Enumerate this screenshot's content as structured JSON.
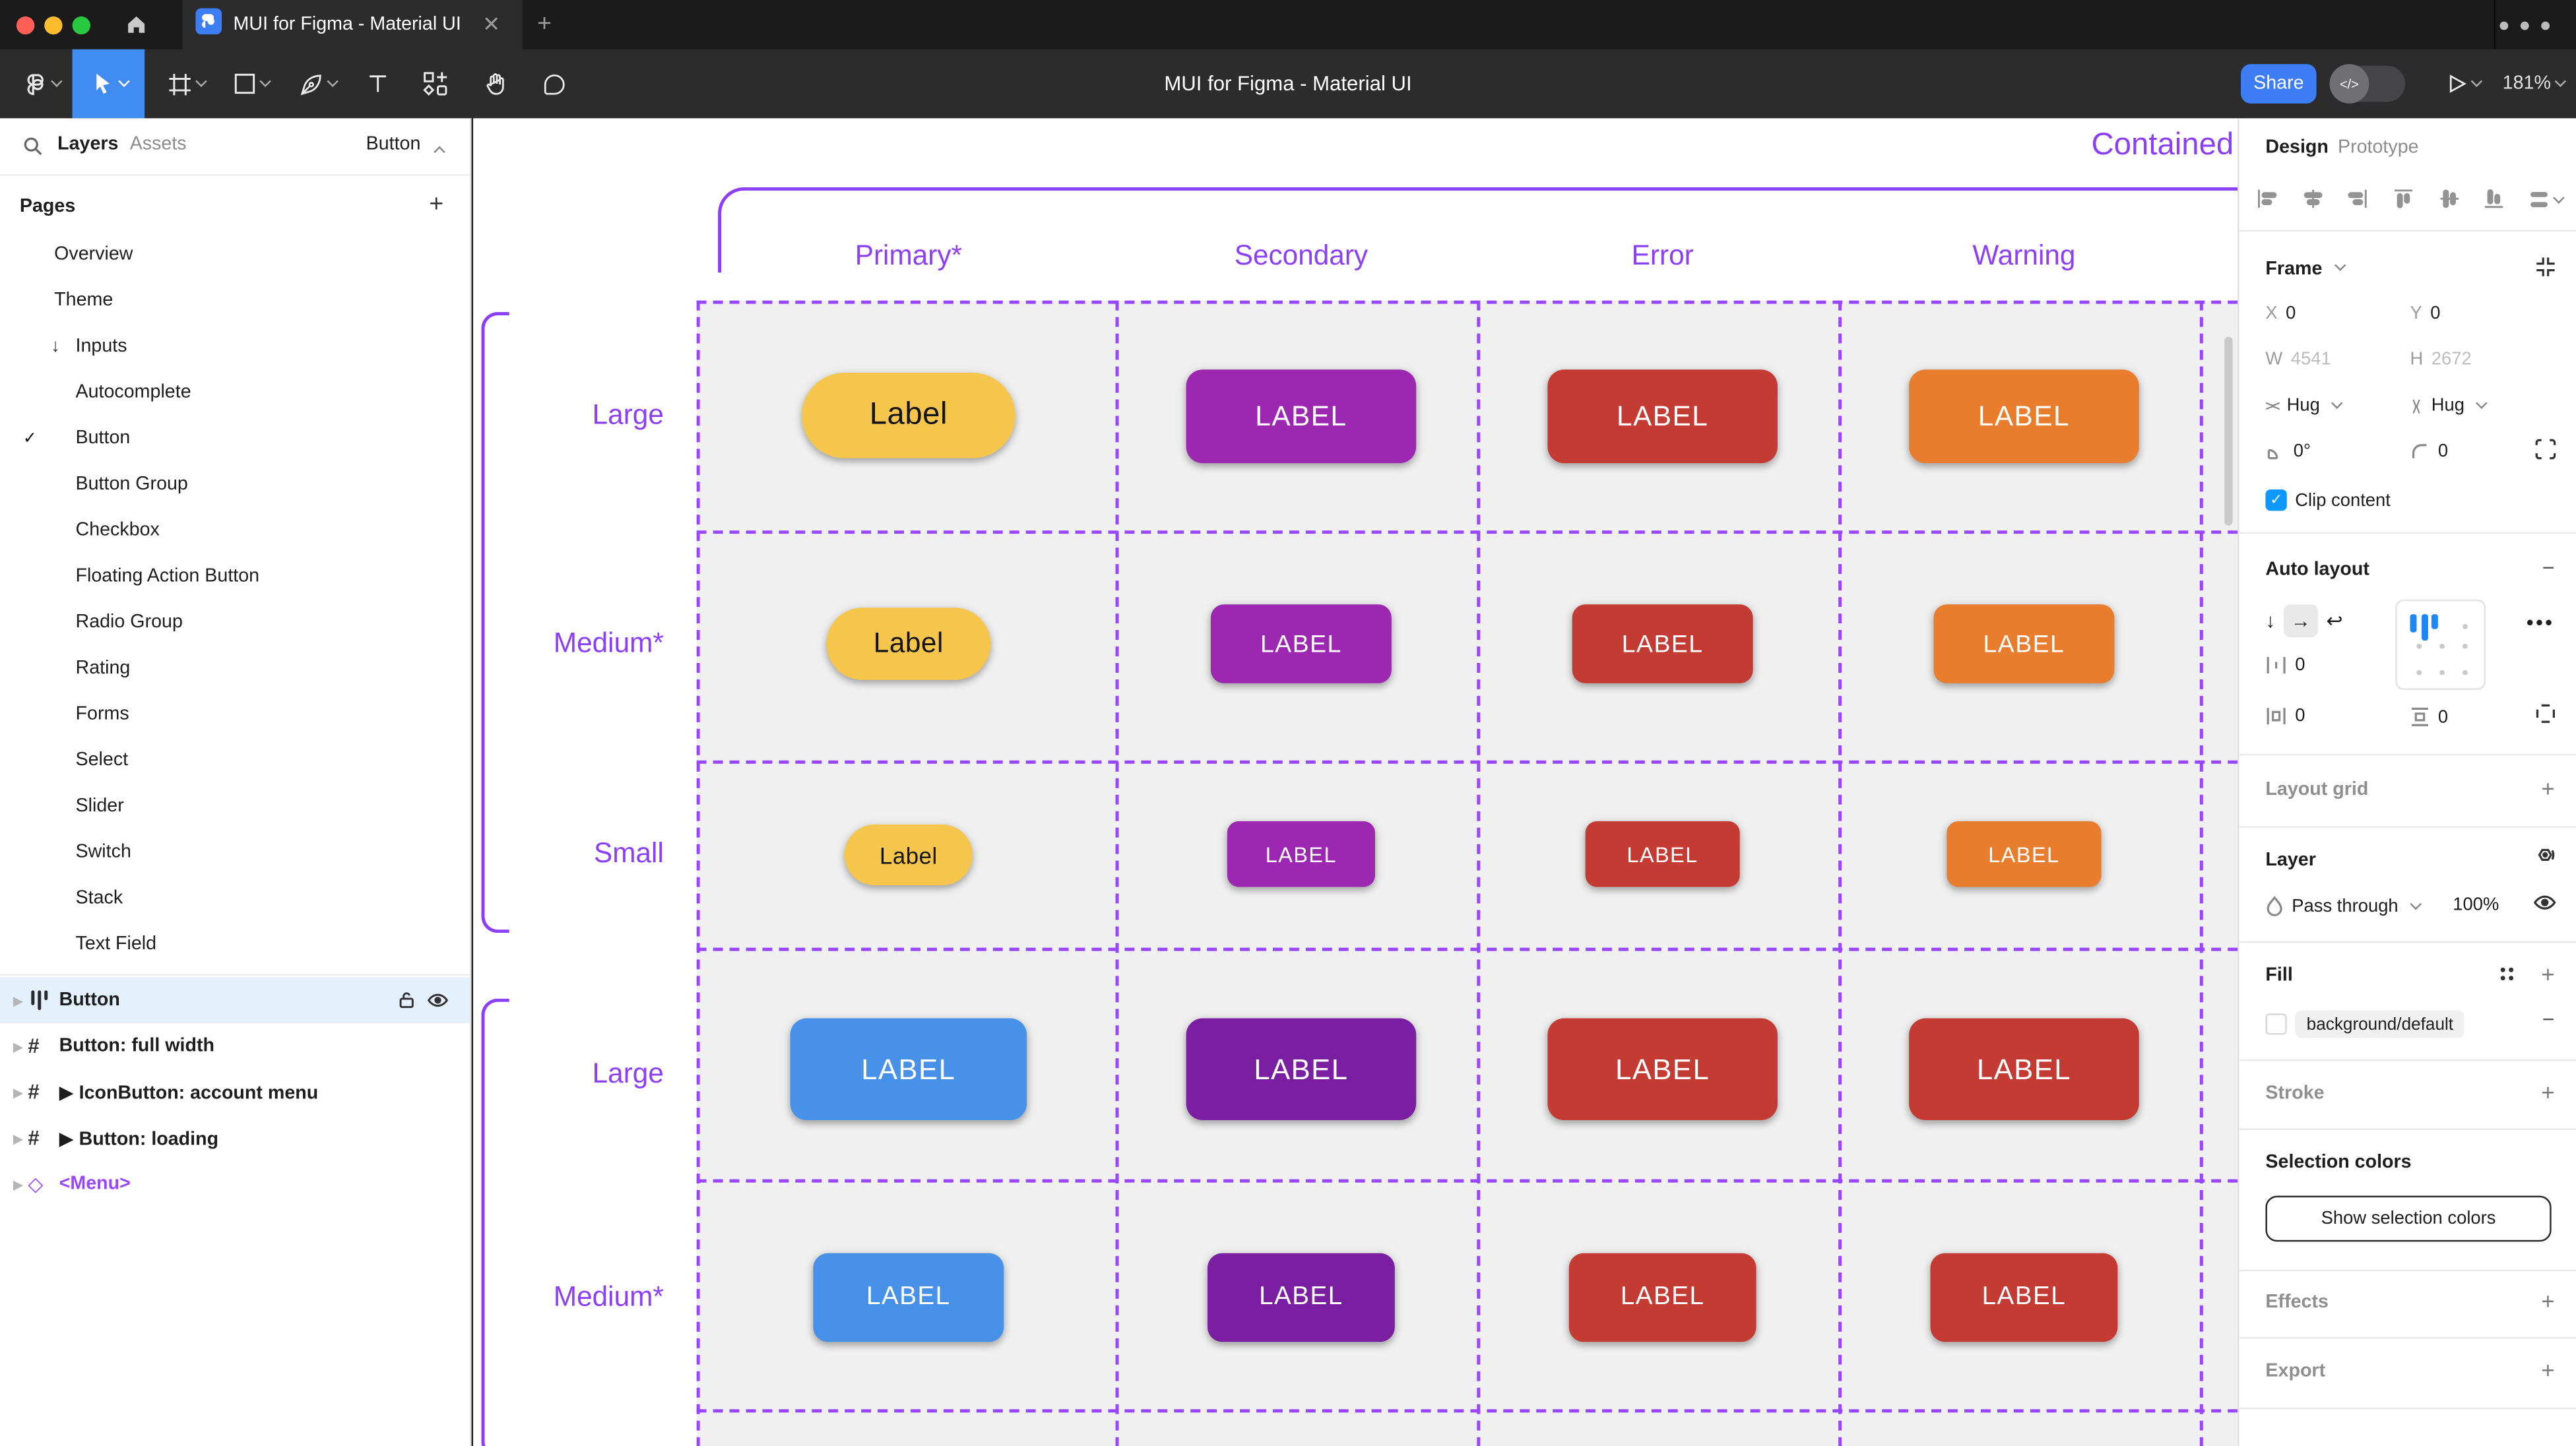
{
  "tab_bar": {
    "file_tab": "MUI for Figma - Material UI"
  },
  "toolbar": {
    "title": "MUI for Figma - Material UI",
    "share": "Share",
    "dev_toggle": "</>",
    "zoom": "181%"
  },
  "left_sidebar": {
    "tabs": {
      "layers": "Layers",
      "assets": "Assets"
    },
    "page_selector": "Button",
    "pages_header": "Pages",
    "pages": [
      {
        "label": "Overview"
      },
      {
        "label": "Theme"
      },
      {
        "label": "Inputs",
        "prefix": "↓"
      },
      {
        "label": "Autocomplete"
      },
      {
        "label": "Button",
        "checked": "✓"
      },
      {
        "label": "Button Group"
      },
      {
        "label": "Checkbox"
      },
      {
        "label": "Floating Action Button"
      },
      {
        "label": "Radio Group"
      },
      {
        "label": "Rating"
      },
      {
        "label": "Forms"
      },
      {
        "label": "Select"
      },
      {
        "label": "Slider"
      },
      {
        "label": "Switch"
      },
      {
        "label": "Stack"
      },
      {
        "label": "Text Field"
      }
    ],
    "layers": [
      {
        "label": "Button"
      },
      {
        "label": "Button: full width"
      },
      {
        "label": "▶ IconButton: account menu"
      },
      {
        "label": "▶ Button: loading"
      },
      {
        "label": "<Menu>"
      }
    ]
  },
  "canvas": {
    "frame_title": "Contained",
    "columns": [
      "Primary*",
      "Secondary",
      "Error",
      "Warning"
    ],
    "rows": [
      {
        "label": "Large",
        "buttons": [
          {
            "text": "Label"
          },
          {
            "text": "LABEL"
          },
          {
            "text": "LABEL"
          },
          {
            "text": "LABEL"
          }
        ]
      },
      {
        "label": "Medium*",
        "buttons": [
          {
            "text": "Label"
          },
          {
            "text": "LABEL"
          },
          {
            "text": "LABEL"
          },
          {
            "text": "LABEL"
          }
        ]
      },
      {
        "label": "Small",
        "buttons": [
          {
            "text": "Label"
          },
          {
            "text": "LABEL"
          },
          {
            "text": "LABEL"
          },
          {
            "text": "LABEL"
          }
        ]
      },
      {
        "label": "Large",
        "buttons": [
          {
            "text": "LABEL"
          },
          {
            "text": "LABEL"
          },
          {
            "text": "LABEL"
          },
          {
            "text": "LABEL"
          }
        ]
      },
      {
        "label": "Medium*",
        "buttons": [
          {
            "text": "LABEL"
          },
          {
            "text": "LABEL"
          },
          {
            "text": "LABEL"
          },
          {
            "text": "LABEL"
          }
        ]
      }
    ],
    "colors": {
      "primary_yellow": "#F6C54B",
      "secondary": "#9C27B0",
      "error": "#C33B32",
      "warning": "#E87D2D",
      "primary_blue": "#4792E8",
      "secondary_dark": "#7B1FA2",
      "annotation": "#8B3FF6"
    }
  },
  "right_panel": {
    "tabs": {
      "design": "Design",
      "prototype": "Prototype"
    },
    "frame": {
      "section": "Frame",
      "x_label": "X",
      "x": "0",
      "y_label": "Y",
      "y": "0",
      "w_label": "W",
      "w": "4541",
      "h_label": "H",
      "h": "2672",
      "hug_h": "Hug",
      "hug_v": "Hug",
      "rotation": "0°",
      "radius": "0",
      "clip": "Clip content"
    },
    "auto_layout": {
      "section": "Auto layout",
      "gap": "0",
      "pad_h": "0",
      "pad_v": "0"
    },
    "layout_grid": "Layout grid",
    "layer": {
      "section": "Layer",
      "blend": "Pass through",
      "opacity": "100%"
    },
    "fill": {
      "section": "Fill",
      "token": "background/default"
    },
    "stroke": "Stroke",
    "selection_colors": {
      "section": "Selection colors",
      "button": "Show selection colors"
    },
    "effects": "Effects",
    "export": "Export"
  }
}
